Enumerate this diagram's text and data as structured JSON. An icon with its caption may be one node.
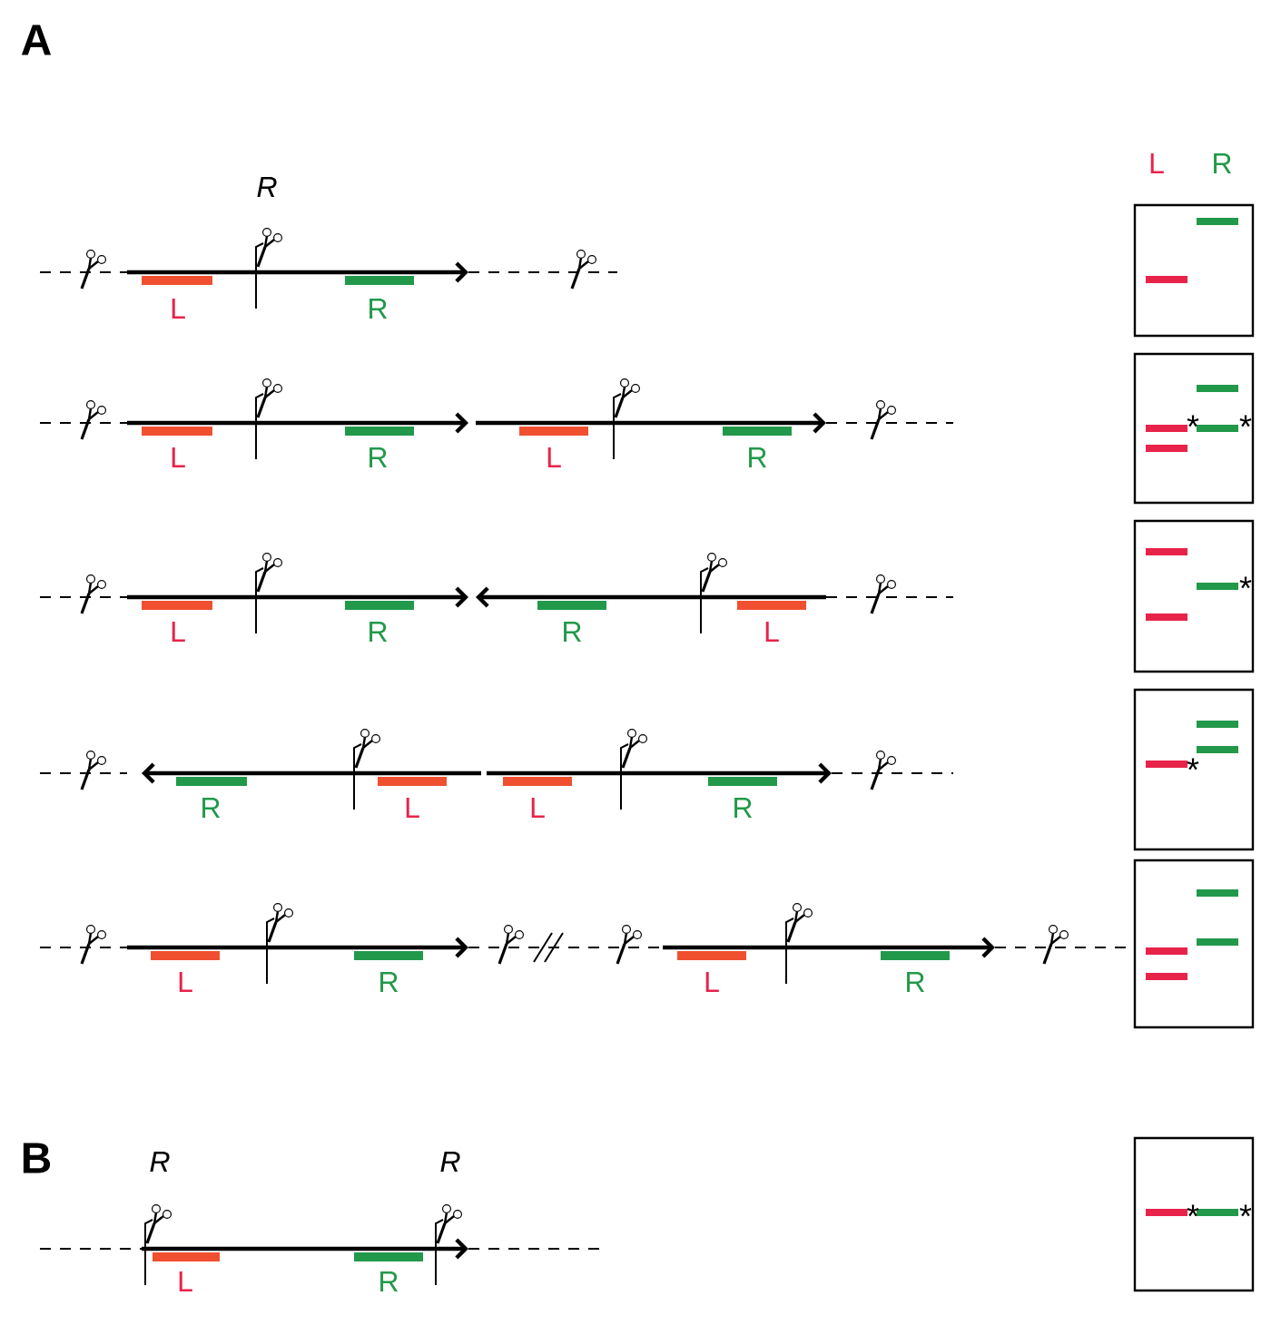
{
  "diagram": {
    "labels": [
      "A",
      "L",
      "R",
      "R",
      "L",
      "R",
      "L",
      "R",
      "L",
      "R",
      "*",
      "*",
      "L",
      "R",
      "R",
      "L",
      "*",
      "R",
      "L",
      "L",
      "R",
      "*",
      "L",
      "R",
      "L",
      "R",
      "B",
      "R",
      "R",
      "*",
      "*",
      "L",
      "R"
    ]
  }
}
